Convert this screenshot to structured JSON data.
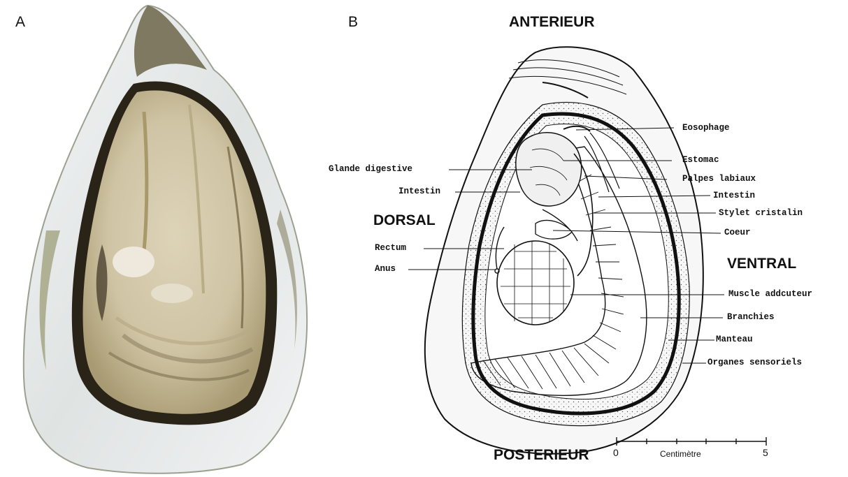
{
  "panels": {
    "a": {
      "letter": "A"
    },
    "b": {
      "letter": "B"
    }
  },
  "orientation": {
    "anterior": "ANTERIEUR",
    "posterior": "POSTERIEUR",
    "dorsal": "DORSAL",
    "ventral": "VENTRAL"
  },
  "labels": {
    "esophagus": "Eosophage",
    "stomach": "Estomac",
    "labial_palps": "Palpes labiaux",
    "intestine_right": "Intestin",
    "crystalline_style": "Stylet cristalin",
    "heart": "Coeur",
    "adductor_muscle": "Muscle addcuteur",
    "gills": "Branchies",
    "mantle": "Manteau",
    "sensory_organs": "Organes sensoriels",
    "digestive_gland": "Glande digestive",
    "intestine_left": "Intestin",
    "rectum": "Rectum",
    "anus": "Anus"
  },
  "scale_bar": {
    "min_label": "0",
    "max_label": "5",
    "unit_label": "Centimètre"
  },
  "colors": {
    "shell_white": "#eceef0",
    "oyster_flesh": "#d6ccb0",
    "mantle_edge": "#2a2418",
    "line_art": "#111111"
  }
}
